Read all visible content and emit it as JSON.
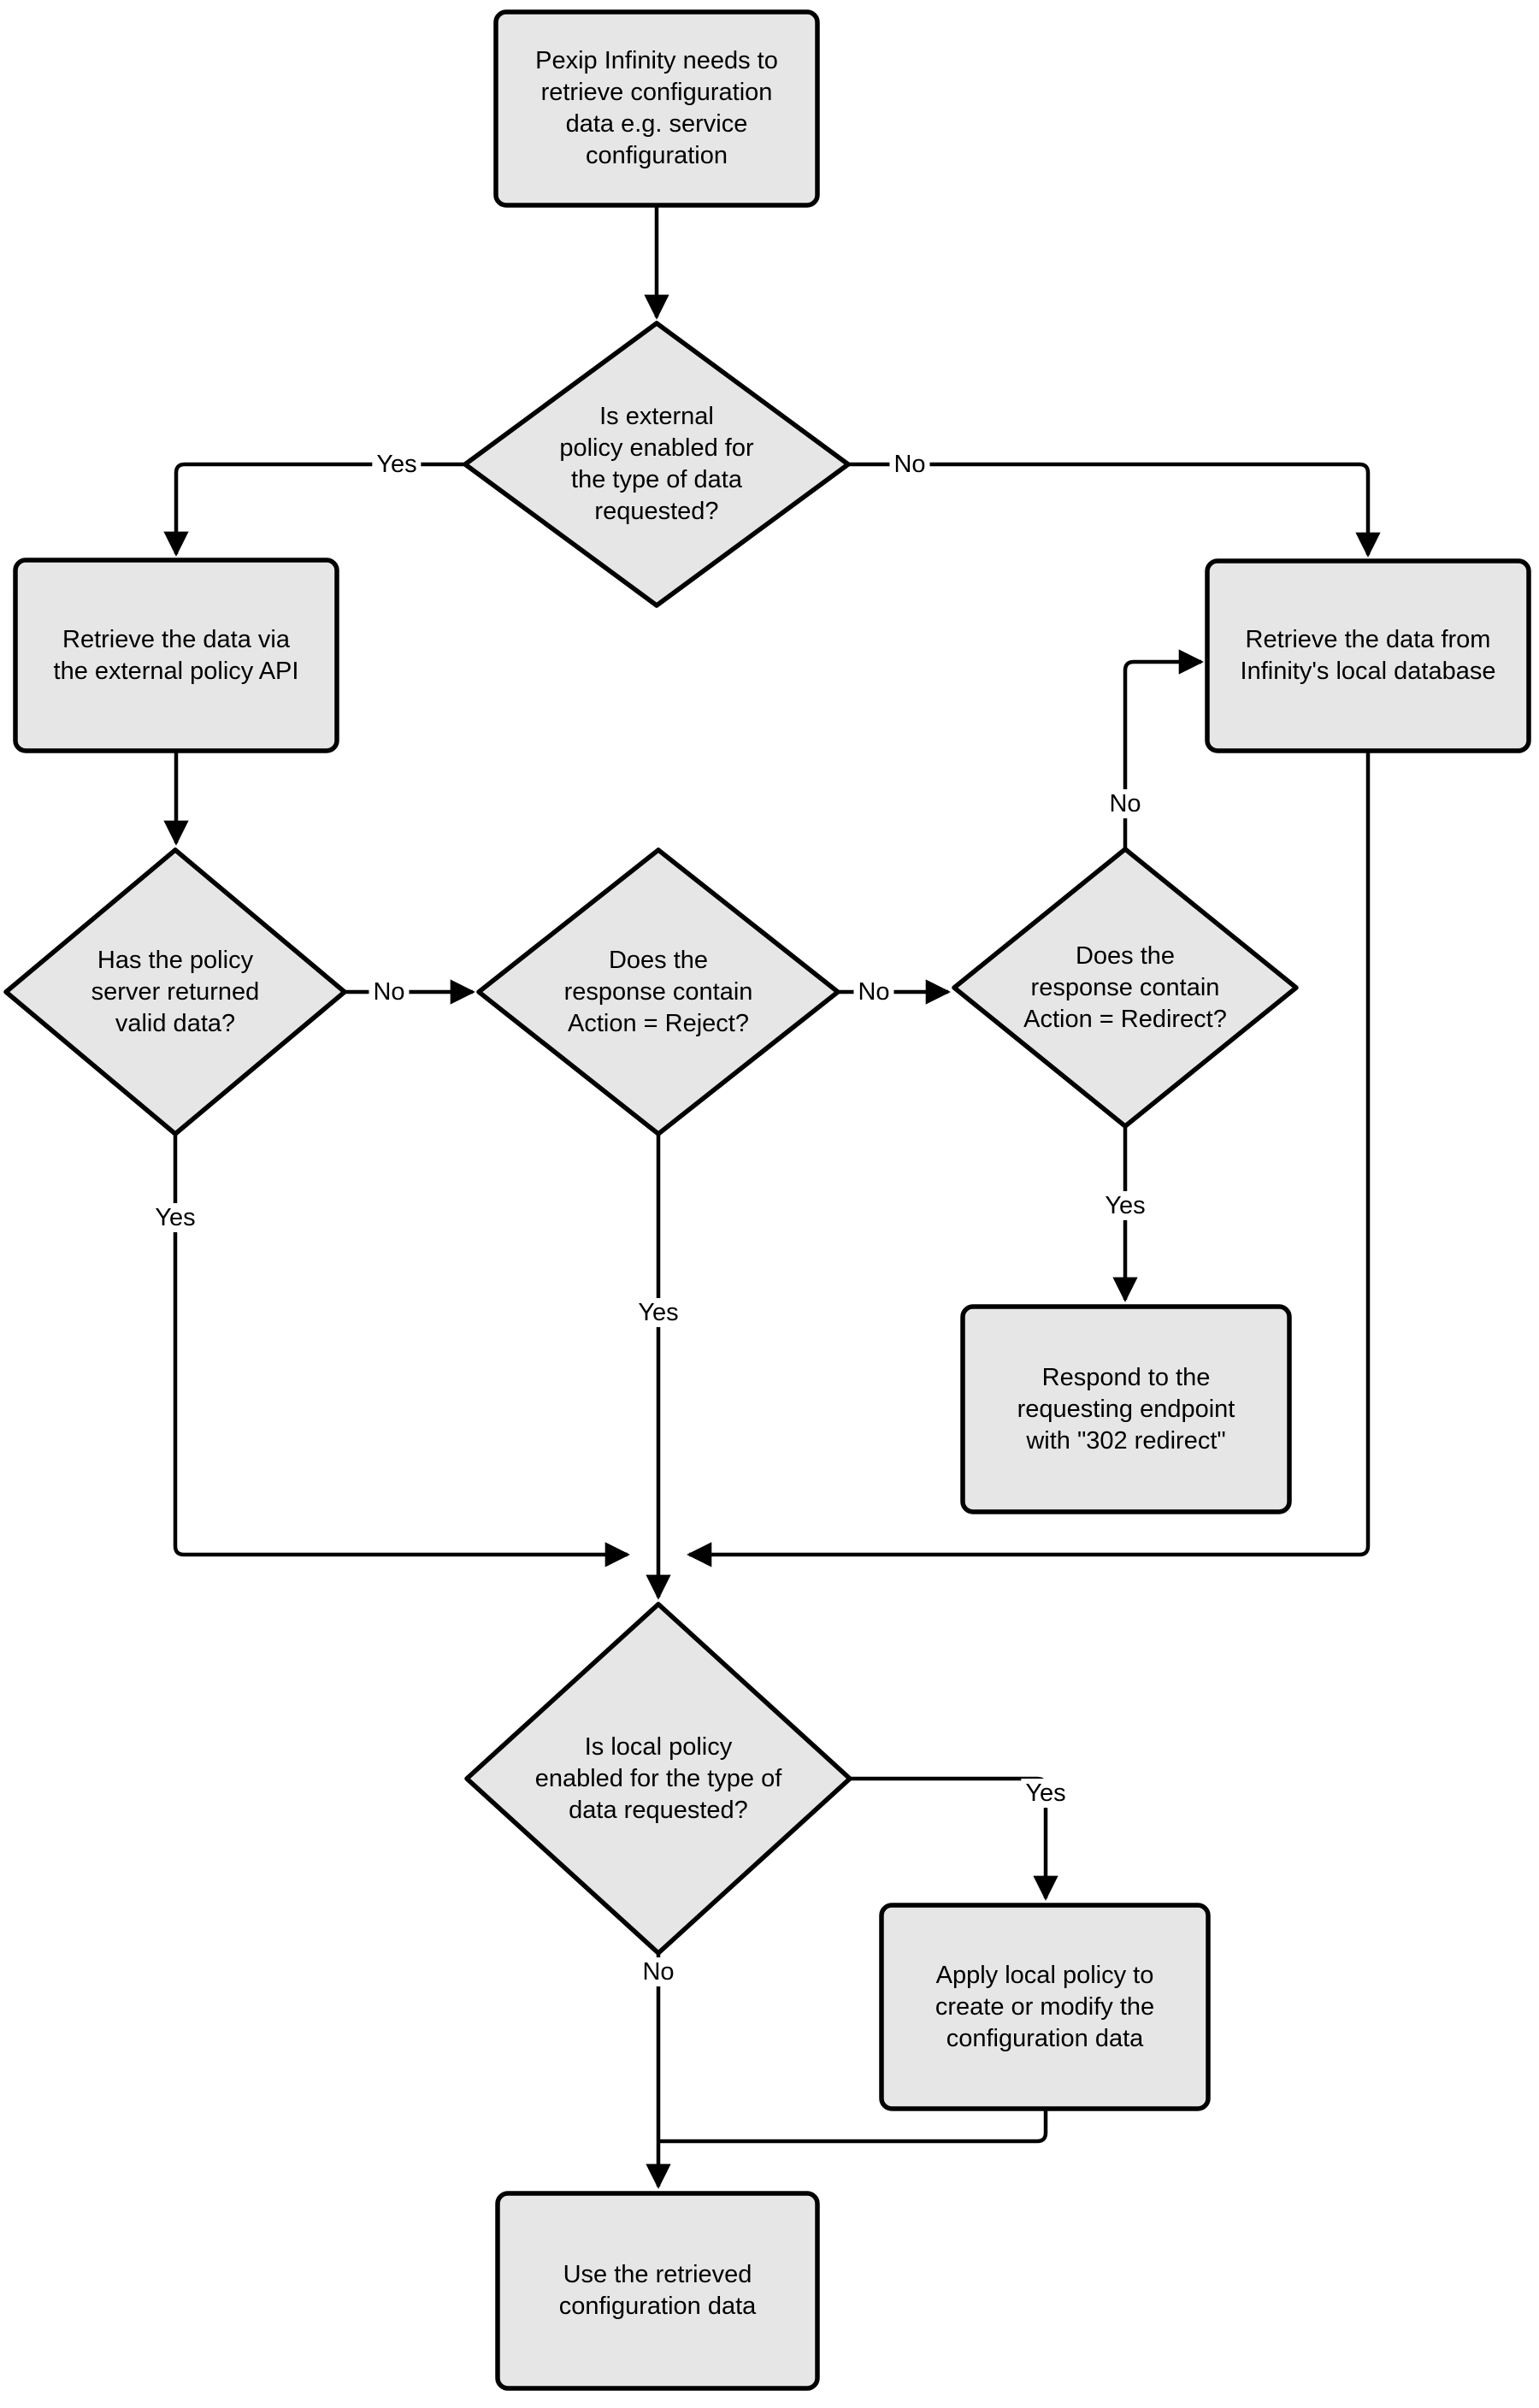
{
  "diagram": {
    "type": "flowchart",
    "background": "#ffffff"
  },
  "theme": {
    "node_fill": "#e6e6e6",
    "node_stroke": "#000000",
    "connector_color": "#000000",
    "text_color": "#000000",
    "label_background": "#ffffff"
  },
  "nodes": {
    "start": {
      "shape": "rounded-rectangle",
      "label": "Pexip Infinity needs to\nretrieve configuration\ndata e.g. service\nconfiguration"
    },
    "external_policy": {
      "shape": "decision-diamond",
      "label": "Is external\npolicy enabled for\nthe type of data\nrequested?"
    },
    "retrieve_api": {
      "shape": "rounded-rectangle",
      "label": "Retrieve the data via\nthe external policy API"
    },
    "retrieve_db": {
      "shape": "rounded-rectangle",
      "label": "Retrieve the data from\nInfinity's local database"
    },
    "valid_data": {
      "shape": "decision-diamond",
      "label": "Has the policy\nserver returned\nvalid data?"
    },
    "action_reject": {
      "shape": "decision-diamond",
      "label": "Does the\nresponse contain\nAction = Reject?"
    },
    "action_redirect": {
      "shape": "decision-diamond",
      "label": "Does the\nresponse contain\nAction = Redirect?"
    },
    "respond_302": {
      "shape": "rounded-rectangle",
      "label": "Respond to the\nrequesting endpoint\nwith \"302 redirect\""
    },
    "local_policy": {
      "shape": "decision-diamond",
      "label": "Is local policy\nenabled for the type of\ndata requested?"
    },
    "apply_local": {
      "shape": "rounded-rectangle",
      "label": "Apply local policy to\ncreate or modify the\nconfiguration data"
    },
    "use_data": {
      "shape": "rounded-rectangle",
      "label": "Use the retrieved\nconfiguration data"
    }
  },
  "edges": {
    "external_policy_yes": {
      "label": "Yes",
      "from": "external_policy",
      "to": "retrieve_api"
    },
    "external_policy_no": {
      "label": "No",
      "from": "external_policy",
      "to": "retrieve_db"
    },
    "valid_data_no": {
      "label": "No",
      "from": "valid_data",
      "to": "action_reject"
    },
    "action_reject_no": {
      "label": "No",
      "from": "action_reject",
      "to": "action_redirect"
    },
    "action_redirect_no": {
      "label": "No",
      "from": "action_redirect",
      "to": "retrieve_db"
    },
    "valid_data_yes": {
      "label": "Yes",
      "from": "valid_data",
      "to": "local_policy"
    },
    "action_reject_yes": {
      "label": "Yes",
      "from": "action_reject",
      "to": "local_policy"
    },
    "action_redirect_yes": {
      "label": "Yes",
      "from": "action_redirect",
      "to": "respond_302"
    },
    "local_policy_yes": {
      "label": "Yes",
      "from": "local_policy",
      "to": "apply_local"
    },
    "local_policy_no": {
      "label": "No",
      "from": "local_policy",
      "to": "use_data"
    }
  }
}
